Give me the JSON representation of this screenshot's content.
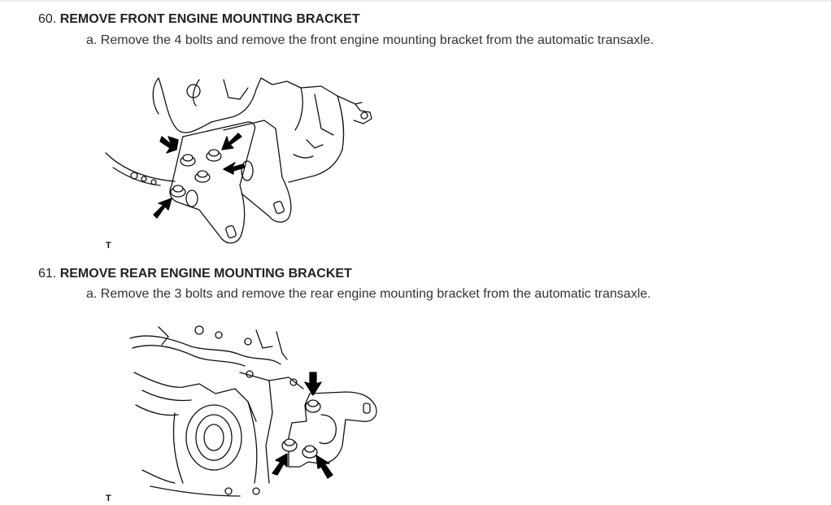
{
  "steps": [
    {
      "number": "60.",
      "title": "REMOVE FRONT ENGINE MOUNTING BRACKET",
      "substep": "a. Remove the 4 bolts and remove the front engine mounting bracket from the automatic transaxle.",
      "figure_code": "T"
    },
    {
      "number": "61.",
      "title": "REMOVE REAR ENGINE MOUNTING BRACKET",
      "substep": "a. Remove the 3 bolts and remove the rear engine mounting bracket from the automatic transaxle.",
      "figure_code": "T"
    }
  ]
}
